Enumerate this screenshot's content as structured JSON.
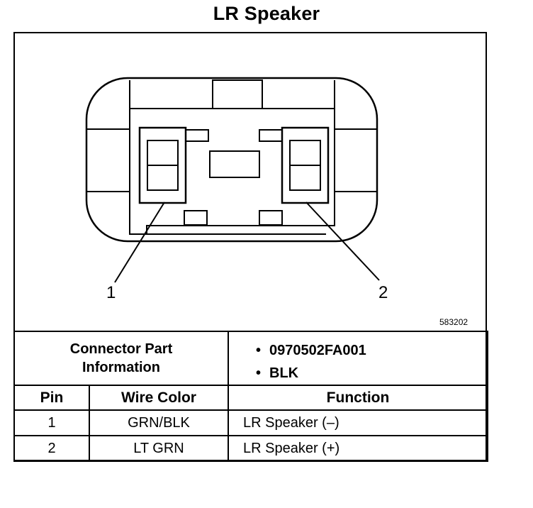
{
  "title": "LR Speaker",
  "diagram": {
    "reference_number": "583202",
    "pin_labels": [
      "1",
      "2"
    ]
  },
  "connector": {
    "heading_line1": "Connector Part",
    "heading_line2": "Information",
    "details": [
      "0970502FA001",
      "BLK"
    ]
  },
  "table": {
    "headers": [
      "Pin",
      "Wire Color",
      "Function"
    ],
    "rows": [
      {
        "pin": "1",
        "wire_color": "GRN/BLK",
        "function": "LR Speaker (–)"
      },
      {
        "pin": "2",
        "wire_color": "LT GRN",
        "function": "LR Speaker (+)"
      }
    ]
  }
}
